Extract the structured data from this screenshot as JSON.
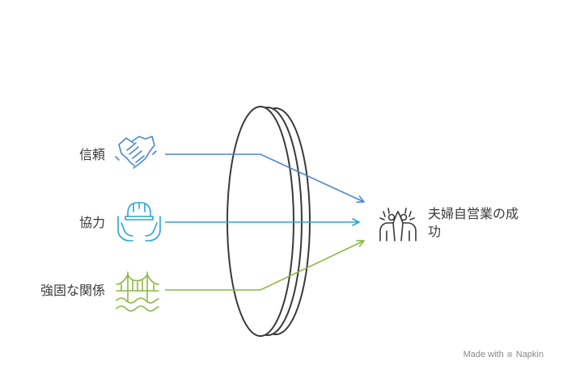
{
  "inputs": [
    {
      "label": "信頼",
      "icon": "handshake-icon",
      "color": "#4a86d8"
    },
    {
      "label": "協力",
      "icon": "hardhat-hands-icon",
      "color": "#2aa5d0"
    },
    {
      "label": "強固な関係",
      "icon": "bridge-icon",
      "color": "#8cb840"
    }
  ],
  "outcome": {
    "label_line1": "夫婦自営業の成",
    "label_line2": "功",
    "icon": "high-five-icon",
    "color": "#3a3a3a"
  },
  "lens": {
    "icon": "lens-icon",
    "stroke": "#3a3a3a"
  },
  "footer": {
    "made_with": "Made with",
    "brand": "Napkin",
    "brand_icon": "napkin-logo-icon"
  }
}
